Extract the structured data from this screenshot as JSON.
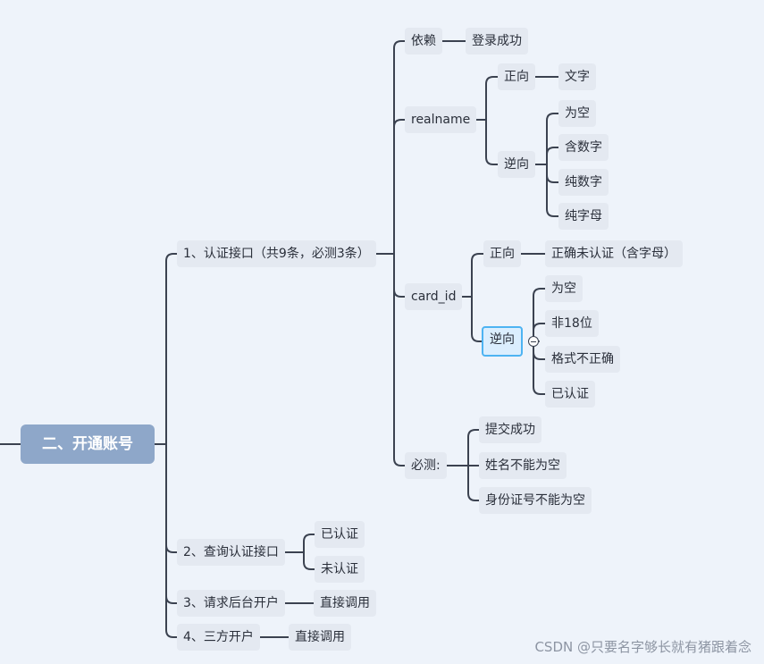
{
  "root": {
    "label": "二、开通账号"
  },
  "branches": {
    "auth": {
      "label": "1、认证接口（共9条，必测3条）",
      "dependency": {
        "label": "依赖",
        "child": "登录成功"
      },
      "realname": {
        "label": "realname",
        "positive": {
          "label": "正向",
          "child": "文字"
        },
        "negative": {
          "label": "逆向",
          "children": [
            "为空",
            "含数字",
            "纯数字",
            "纯字母"
          ]
        }
      },
      "card_id": {
        "label": "card_id",
        "positive": {
          "label": "正向",
          "child": "正确未认证（含字母）"
        },
        "negative": {
          "label": "逆向",
          "children": [
            "为空",
            "非18位",
            "格式不正确",
            "已认证"
          ]
        }
      },
      "must_test": {
        "label": "必测:",
        "children": [
          "提交成功",
          "姓名不能为空",
          "身份证号不能为空"
        ]
      }
    },
    "query": {
      "label": "2、查询认证接口",
      "children": [
        "已认证",
        "未认证"
      ]
    },
    "backend": {
      "label": "3、请求后台开户",
      "child": "直接调用"
    },
    "third_party": {
      "label": "4、三方开户",
      "child": "直接调用"
    }
  },
  "watermark": "CSDN @只要名字够长就有猪跟着念",
  "colors": {
    "background": "#eef3fa",
    "root_fill": "#8ea7c9",
    "node_fill": "#e4e9f1",
    "selected_border": "#4db3f2",
    "line": "#3b4250"
  }
}
